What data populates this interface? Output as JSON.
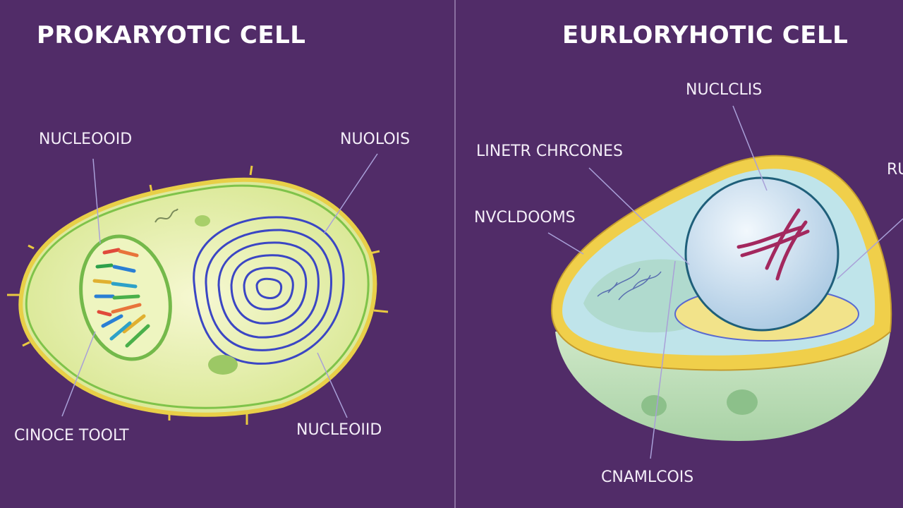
{
  "left": {
    "title": "PROKARYOTIC CELL",
    "labels": {
      "nucleoid_top": "NUCLEOOID",
      "nuolois": "NUOLOIS",
      "bottom_left": "CINOCE TOOLT",
      "nucleoid_bottom": "NUCLEOIID"
    }
  },
  "right": {
    "title": "EURLORYHOTIC CELL",
    "labels": {
      "nucleus": "NUCLCLIS",
      "linear_chromosomes": "LINETR CHRCONES",
      "nucldooms": "NVCLDOOMS",
      "edge": "RU",
      "bottom": "CNAMLCOIS"
    }
  },
  "colors": {
    "background": "#512c68",
    "prokaryote_fill": "#e4efa8",
    "membrane_yellow": "#f0cf4a",
    "nucleus_blue": "#cfe3f2",
    "chromosome": "#a3285e",
    "dna_coil": "#3b46c4"
  }
}
